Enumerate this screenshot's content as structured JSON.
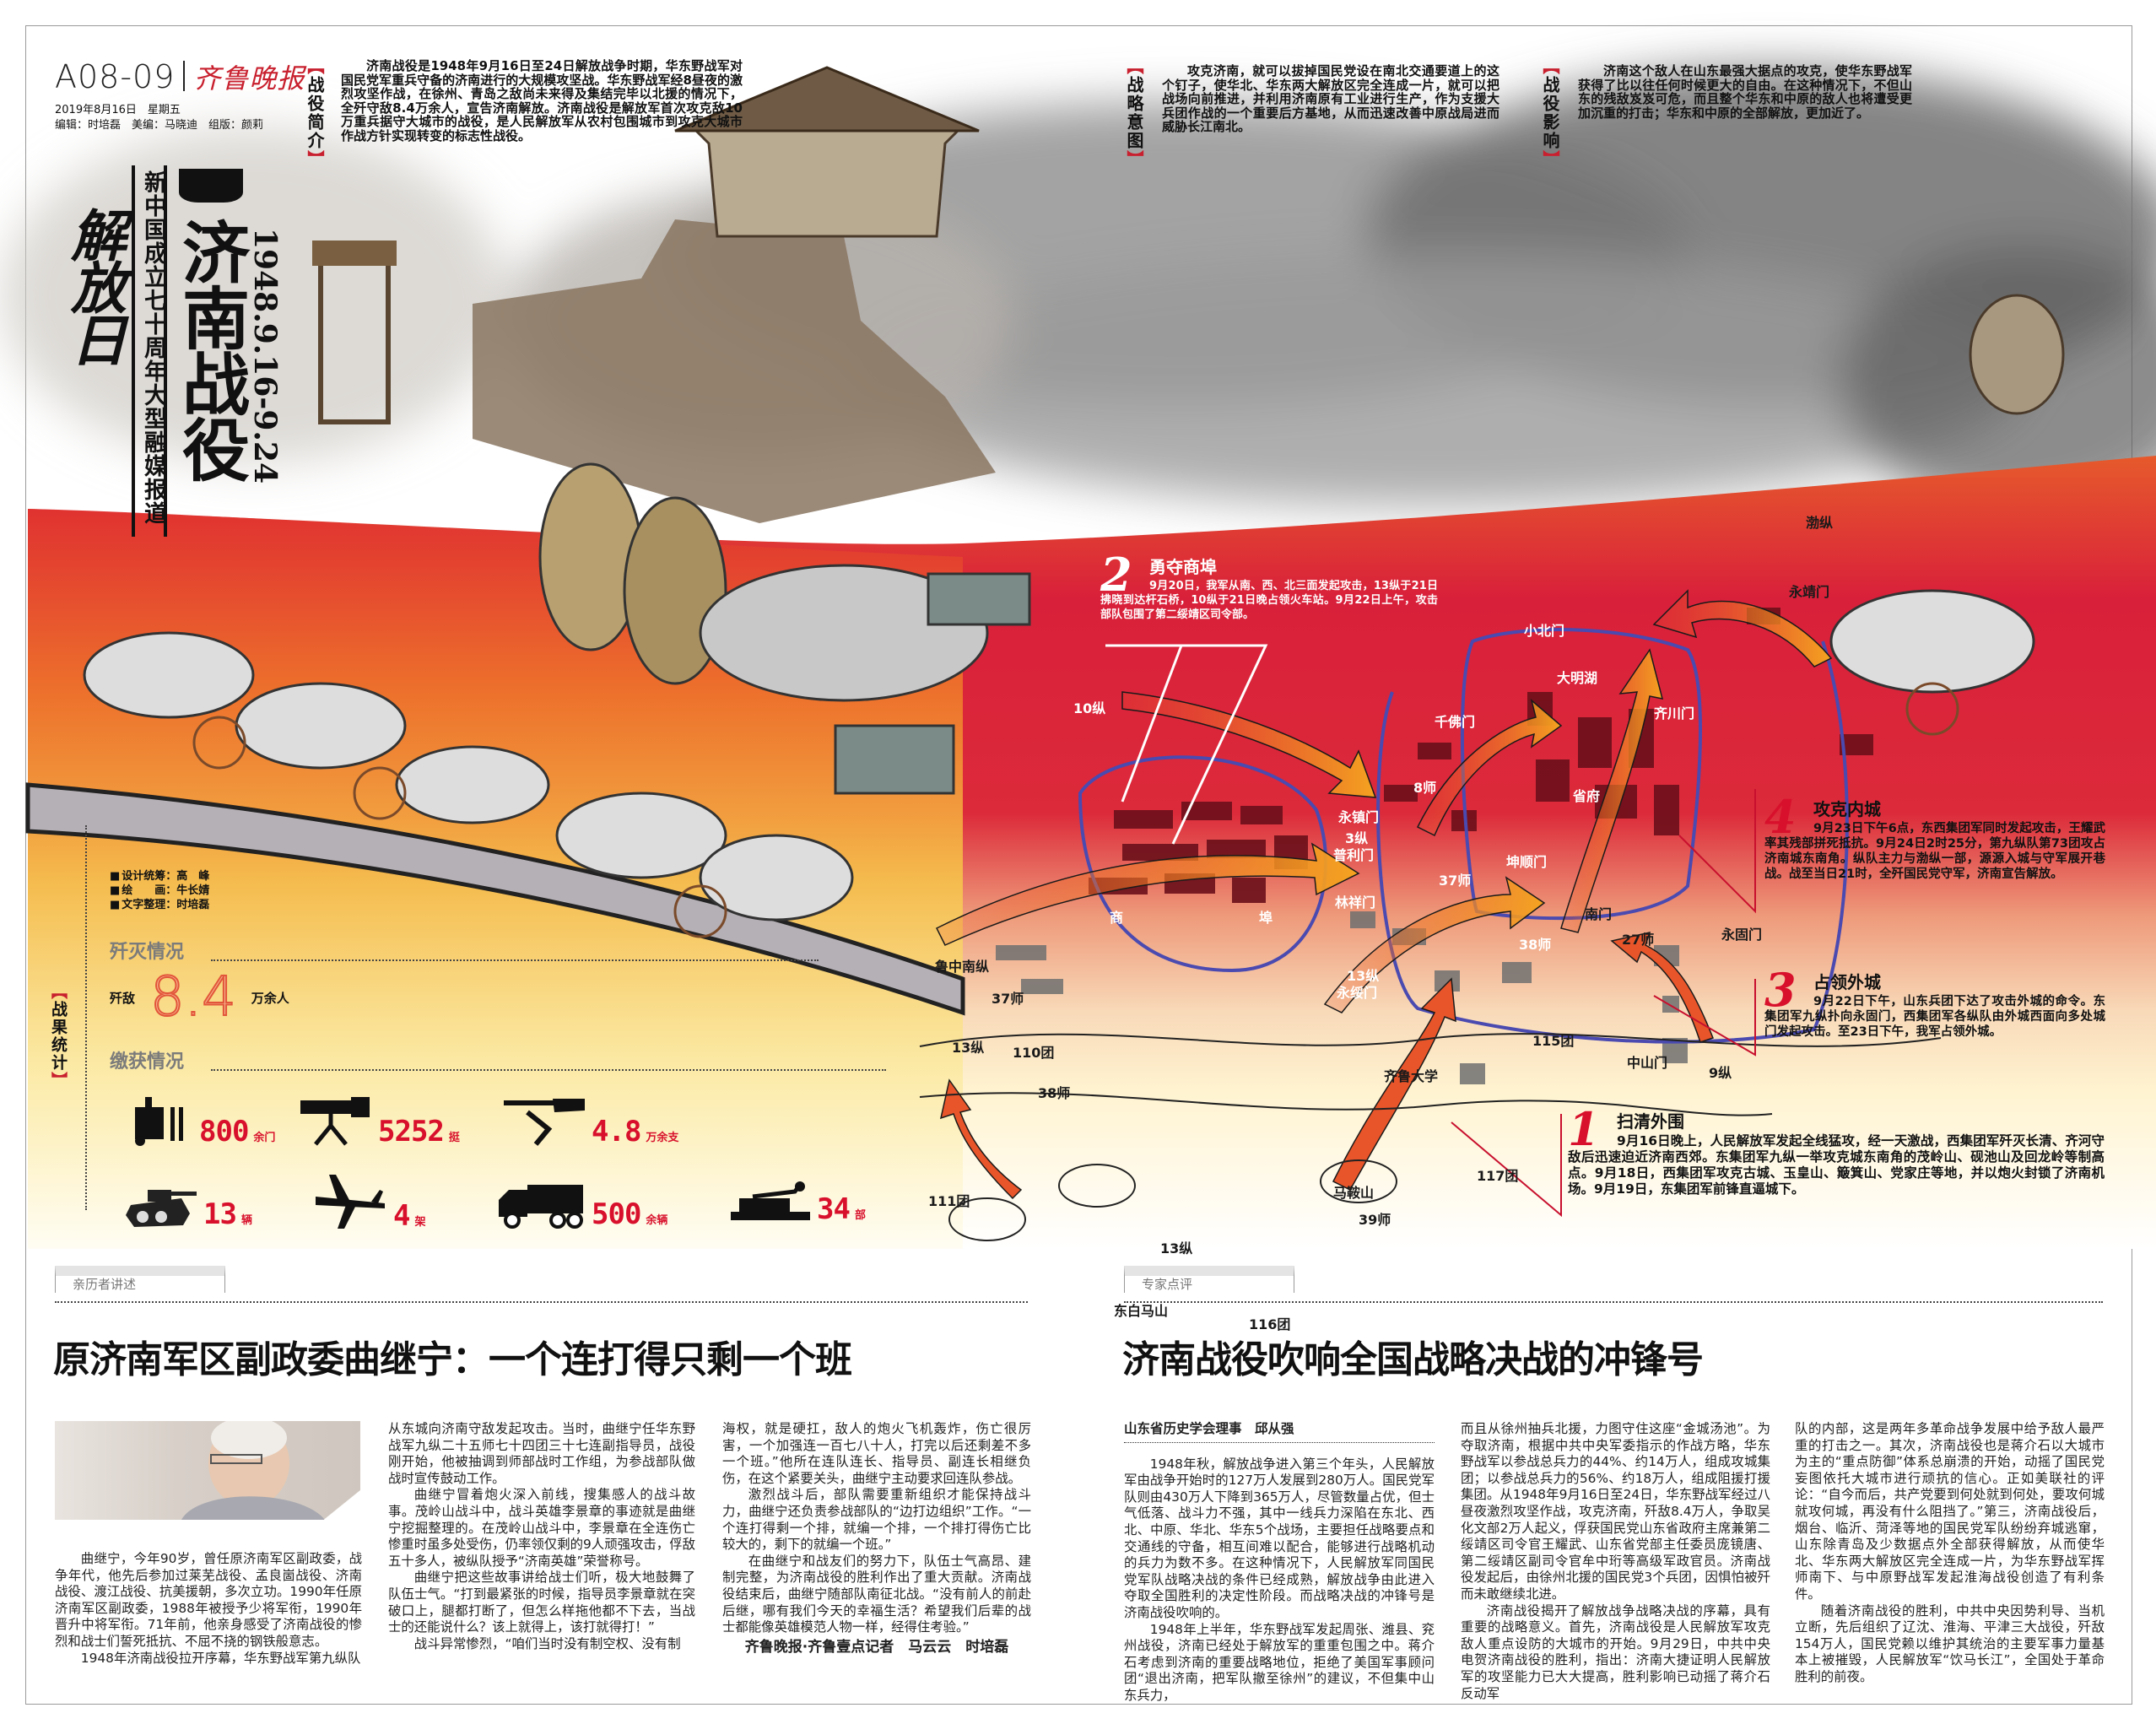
{
  "header": {
    "page_number": "A08-09",
    "brand": "齐鲁晚报",
    "date": "2019年8月16日　星期五",
    "editors": "编辑：时培磊　美编：马晓迪　组版：颜莉"
  },
  "title": {
    "calligraphy": "解放日",
    "series": "新中国成立七十周年大型融媒报道",
    "main": "济南战役",
    "dates": "1948.9.16-9.24"
  },
  "intro_blocks": [
    {
      "label": "战役简介",
      "text": "济南战役是1948年9月16日至24日解放战争时期，华东野战军对国民党军重兵守备的济南进行的大规模攻坚战。华东野战军经8昼夜的激烈攻坚作战，在徐州、青岛之敌尚未来得及集结完毕以北援的情况下，全歼守敌8.4万余人，宣告济南解放。济南战役是解放军首次攻克敌10万重兵据守大城市的战役，是人民解放军从农村包围城市到攻克大城市作战方针实现转变的标志性战役。"
    },
    {
      "label": "战略意图",
      "text": "攻克济南，就可以拔掉国民党设在南北交通要道上的这个钉子，使华北、华东两大解放区完全连成一片，就可以把战场向前推进，并利用济南原有工业进行生产，作为支援大兵团作战的一个重要后方基地，从而迅速改善中原战局进而威胁长江南北。"
    },
    {
      "label": "战役影响",
      "text": "济南这个敌人在山东最强大据点的攻克，使华东野战军获得了比以往任何时候更大的自由。在这种情况下，不但山东的残敌岌岌可危，而且整个华东和中原的敌人也将遭受更加沉重的打击；华东和中原的全部解放，更加近了。"
    }
  ],
  "phases": [
    {
      "number": "2",
      "title": "勇夺商埠",
      "text": "9月20日，我军从南、西、北三面发起攻击，13纵于21日拂晓到达杆石桥，10纵于21日晚占领火车站。9月22日上午，攻击部队包围了第二绥靖区司令部。"
    },
    {
      "number": "4",
      "title": "攻克内城",
      "text": "9月23日下午6点，东西集团军同时发起攻击，王耀武率其残部拼死抵抗。9月24日2时25分，第九纵队第73团攻占济南城东南角。纵队主力与渤纵一部，源源入城与守军展开巷战。战至当日21时，全歼国民党守军，济南宣告解放。"
    },
    {
      "number": "3",
      "title": "占领外城",
      "text": "9月22日下午，山东兵团下达了攻击外城的命令。东集团军九纵扑向永固门，西集团军各纵队由外城西面向多处城门发起攻击。至23日下午，我军占领外城。"
    },
    {
      "number": "1",
      "title": "扫清外围",
      "text": "9月16日晚上，人民解放军发起全线猛攻，经一天激战，西集团军歼灭长清、齐河守敌后迅速迫近济南西郊。东集团军九纵一举攻克城东南角的茂岭山、砚池山及回龙岭等制高点。9月18日，西集团军攻克古城、玉皇山、簸箕山、党家庄等地，并以炮火封锁了济南机场。9月19日，东集团军前锋直逼城下。"
    }
  ],
  "map_labels": [
    "10纵",
    "小北门",
    "大明湖",
    "千佛门",
    "齐川门",
    "省府",
    "8师",
    "永镇门",
    "3纵",
    "普利门",
    "坤顺门",
    "37师",
    "林祥门",
    "商",
    "埠",
    "南门",
    "27师",
    "永固门",
    "38师",
    "13纵",
    "永绥门",
    "鲁中南纵",
    "37师",
    "13纵",
    "110团",
    "38师",
    "115团",
    "齐鲁大学",
    "中山门",
    "9纵",
    "马鞍山",
    "39师",
    "111团",
    "13纵",
    "东白马山",
    "116团",
    "117团",
    "渤纵",
    "永靖门"
  ],
  "credits": [
    "设计统筹：高　峰",
    "绘　　画：牛长婧",
    "文字整理：时培磊"
  ],
  "stats": {
    "label": "战果统计",
    "annihilation_heading": "歼灭情况",
    "annihilation_prefix": "歼敌",
    "annihilation_value": "8.4",
    "annihilation_unit": "万余人",
    "capture_heading": "缴获情况",
    "items": [
      {
        "icon": "artillery-icon",
        "value": "800",
        "unit": "余门"
      },
      {
        "icon": "machine-gun-icon",
        "value": "5252",
        "unit": "挺"
      },
      {
        "icon": "rifle-icon",
        "value": "4.8",
        "unit": "万余支"
      },
      {
        "icon": "tank-icon",
        "value": "13",
        "unit": "辆"
      },
      {
        "icon": "airplane-icon",
        "value": "4",
        "unit": "架"
      },
      {
        "icon": "truck-icon",
        "value": "500",
        "unit": "余辆"
      },
      {
        "icon": "telegraph-icon",
        "value": "34",
        "unit": "部"
      }
    ]
  },
  "left_article": {
    "tab": "亲历者讲述",
    "headline": "原济南军区副政委曲继宁：一个连打得只剩一个班",
    "columns": [
      [
        "曲继宁，今年90岁，曾任原济南军区副政委，战争年代，他先后参加过莱芜战役、孟良崮战役、济南战役、渡江战役、抗美援朝，多次立功。1990年任原济南军区副政委，1988年被授予少将军衔，1990年晋升中将军衔。71年前，他亲身感受了济南战役的惨烈和战士们誓死抵抗、不屈不挠的钢铁般意志。",
        "1948年济南战役拉开序幕，华东野战军第九纵队"
      ],
      [
        "从东城向济南守敌发起攻击。当时，曲继宁任华东野战军九纵二十五师七十四团三十七连副指导员，战役刚开始，他被抽调到师部战时工作组，为参战部队做战时宣传鼓动工作。",
        "曲继宁冒着炮火深入前线，搜集感人的战斗故事。茂岭山战斗中，战斗英雄李景章的事迹就是曲继宁挖掘整理的。在茂岭山战斗中，李景章在全连伤亡惨重时虽多处受伤，仍率领仅剩的9人顽强攻击，俘敌五十多人，被纵队授予“济南英雄”荣誉称号。",
        "曲继宁把这些故事讲给战士们听，极大地鼓舞了队伍士气。“打到最紧张的时候，指导员李景章就在突破口上，腿都打断了，但怎么样拖他都不下去，当战士的还能说什么？该上就得上，该打就得打！”",
        "战斗异常惨烈，“咱们当时没有制空权、没有制"
      ],
      [
        "海权，就是硬扛，敌人的炮火飞机轰炸，伤亡很厉害，一个加强连一百七八十人，打完以后还剩差不多一个班。”他所在连队连长、指导员、副连长相继负伤，在这个紧要关头，曲继宁主动要求回连队参战。",
        "激烈战斗后，部队需要重新组织才能保持战斗力，曲继宁还负责参战部队的“边打边组织”工作。“一个连打得剩一个排，就编一个排，一个排打得伤亡比较大的，剩下的就编一个班。”",
        "在曲继宁和战友们的努力下，队伍士气高昂、建制完整，为济南战役的胜利作出了重大贡献。济南战役结束后，曲继宁随部队南征北战。“没有前人的前赴后继，哪有我们今天的幸福生活？希望我们后辈的战士都能像英雄模范人物一样，经得住考验。”"
      ]
    ],
    "byline": "齐鲁晚报·齐鲁壹点记者　马云云　时培磊"
  },
  "right_article": {
    "tab": "专家点评",
    "headline": "济南战役吹响全国战略决战的冲锋号",
    "author": "山东省历史学会理事　邱从强",
    "columns": [
      [
        "1948年秋，解放战争进入第三个年头，人民解放军由战争开始时的127万人发展到280万人。国民党军队则由430万人下降到365万人，尽管数量占优，但士气低落、战斗力不强，其中一线兵力深陷在东北、西北、中原、华北、华东5个战场，主要担任战略要点和交通线的守备，相互间难以配合，能够进行战略机动的兵力为数不多。在这种情况下，人民解放军同国民党军队战略决战的条件已经成熟，解放战争由此进入夺取全国胜利的决定性阶段。而战略决战的冲锋号是济南战役吹响的。",
        "1948年上半年，华东野战军发起周张、潍县、兖州战役，济南已经处于解放军的重重包围之中。蒋介石考虑到济南的重要战略地位，拒绝了美国军事顾问团“退出济南，把军队撤至徐州”的建议，不但集中山东兵力，"
      ],
      [
        "而且从徐州抽兵北援，力图守住这座“金城汤池”。为夺取济南，根据中共中央军委指示的作战方略，华东野战军以参战总兵力的44%、约14万人，组成攻城集团；以参战总兵力的56%、约18万人，组成阻援打援集团。从1948年9月16日至24日，华东野战军经过八昼夜激烈攻坚作战，攻克济南，歼敌8.4万人，争取吴化文部2万人起义，俘获国民党山东省政府主席兼第二绥靖区司令官王耀武、山东省党部主任委员庞镜唐、第二绥靖区副司令官牟中珩等高级军政官员。济南战役发起后，由徐州北援的国民党3个兵团，因惧怕被歼而未敢继续北进。",
        "济南战役揭开了解放战争战略决战的序幕，具有重要的战略意义。首先，济南战役是人民解放军攻克敌人重点设防的大城市的开始。9月29日，中共中央电贺济南战役的胜利，指出：济南大捷证明人民解放军的攻坚能力已大大提高，胜利影响已动摇了蒋介石反动军"
      ],
      [
        "队的内部，这是两年多革命战争发展中给予敌人最严重的打击之一。其次，济南战役也是蒋介石以大城市为主的“重点防御”体系总崩溃的开始，动摇了国民党妄图依托大城市进行顽抗的信心。正如美联社的评论：“自今而后，共产党要到何处就到何处，要攻何城就攻何城，再没有什么阻挡了。”第三，济南战役后，烟台、临沂、菏泽等地的国民党军队纷纷弃城逃窜，山东除青岛及少数据点外全部获得解放，从而使华北、华东两大解放区完全连成一片，为华东野战军挥师南下、与中原野战军发起淮海战役创造了有利条件。",
        "随着济南战役的胜利，中共中央因势利导、当机立断，先后组织了辽沈、淮海、平津三大战役，歼敌154万人，国民党赖以维护其统治的主要军事力量基本上被摧毁，人民解放军“饮马长江”，全国处于革命胜利的前夜。"
      ]
    ]
  },
  "colors": {
    "accent_red": "#d8102b",
    "band_red": "#d9203a",
    "band_orange": "#e8562a",
    "number_yellow": "#f0a030"
  }
}
